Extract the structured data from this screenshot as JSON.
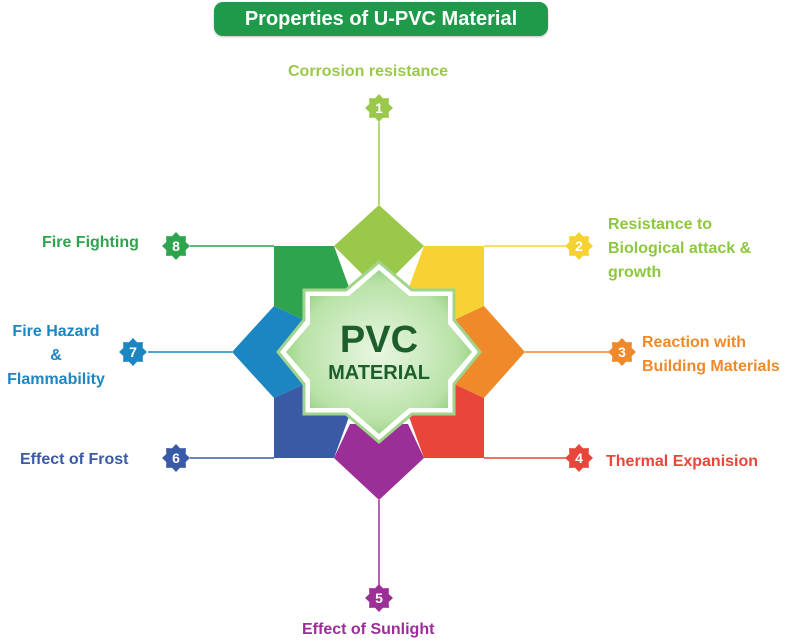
{
  "title": "Properties of  U-PVC Material",
  "center": {
    "line1": "PVC",
    "line2": "MATERIAL"
  },
  "properties": [
    {
      "num": "1",
      "label": "Corrosion resistance",
      "color": "#9ac84b"
    },
    {
      "num": "2",
      "label": "Resistance to\nBiological attack &\ngrowth",
      "color": "#8dc63f",
      "badge_color": "#f6d233"
    },
    {
      "num": "3",
      "label": "Reaction with\nBuilding Materials",
      "color": "#f0892a"
    },
    {
      "num": "4",
      "label": "Thermal Expanision",
      "color": "#e8463a"
    },
    {
      "num": "5",
      "label": "Effect of Sunlight",
      "color": "#9b2e97"
    },
    {
      "num": "6",
      "label": "Effect of Frost",
      "color": "#3a5aa6"
    },
    {
      "num": "7",
      "label": "Fire Hazard\n&\nFlammability",
      "color": "#1c86c2"
    },
    {
      "num": "8",
      "label": "Fire Fighting",
      "color": "#2ea44f"
    }
  ],
  "colors": {
    "title_bg": "#1f9a4a",
    "center_text": "#1d5e2c",
    "center_outline": "#9fd48a"
  }
}
